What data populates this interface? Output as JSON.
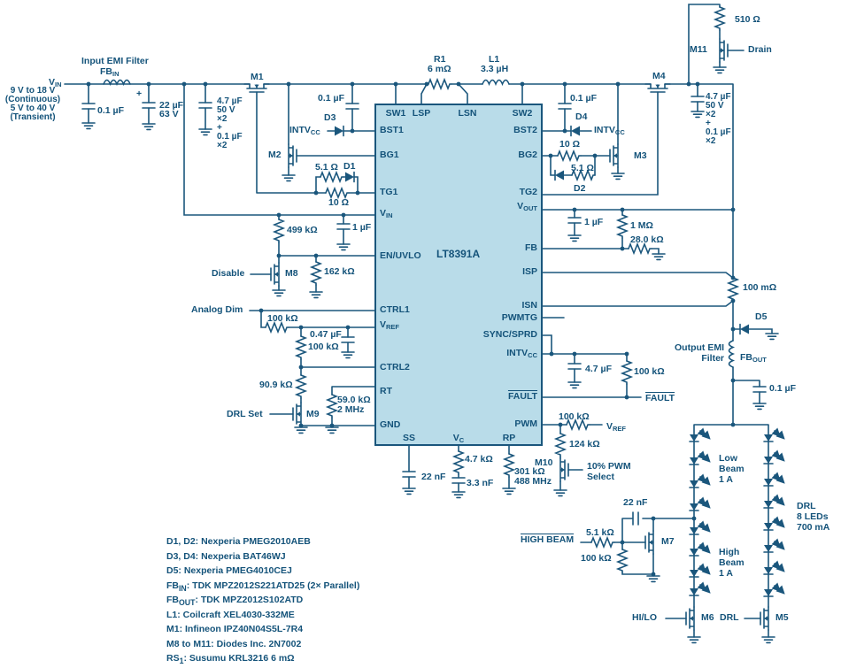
{
  "colors": {
    "line": "#1a567c",
    "text": "#14537a",
    "ic_fill": "#b9dce9"
  },
  "ic": {
    "name": "LT8391A",
    "pin_sw1": "SW1",
    "pin_lsp": "LSP",
    "pin_lsn": "LSN",
    "pin_sw2": "SW2",
    "pin_bst1": "BST1",
    "pin_bg1": "BG1",
    "pin_tg1": "TG1",
    "pin_vin": {
      "main": "V",
      "sub": "IN"
    },
    "pin_enuvlo": "EN/UVLO",
    "pin_ctrl1": "CTRL1",
    "pin_vref": {
      "main": "V",
      "sub": "REF"
    },
    "pin_ctrl2": "CTRL2",
    "pin_rt": "RT",
    "pin_gnd": "GND",
    "pin_bst2": "BST2",
    "pin_bg2": "BG2",
    "pin_tg2": "TG2",
    "pin_vout": {
      "main": "V",
      "sub": "OUT"
    },
    "pin_fb": "FB",
    "pin_isp": "ISP",
    "pin_isn": "ISN",
    "pin_pwmtg": "PWMTG",
    "pin_sync": "SYNC/SPRD",
    "pin_intvcc": {
      "main": "INTV",
      "sub": "CC"
    },
    "pin_fault": "FAULT",
    "pin_pwm": "PWM",
    "pin_ss": "SS",
    "pin_vc": {
      "main": "V",
      "sub": "C"
    },
    "pin_rp": "RP"
  },
  "labels": {
    "input_v": {
      "main": "V",
      "sub": "IN"
    },
    "input_r1": "9 V to 18 V",
    "input_r2": "(Continuous)",
    "input_r3": "5 V to 40 V",
    "input_r4": "(Transient)",
    "emi_in_title": "Input EMI Filter",
    "fb_in": {
      "main": "FB",
      "sub": "IN"
    },
    "cin_01": "0.1 µF",
    "plus22": "+",
    "c22": "22 µF",
    "c22v": "63 V",
    "bank1": "4.7 µF",
    "bank2": "50 V",
    "bank3": "×2",
    "bank4": "+",
    "bank5": "0.1 µF",
    "bank6": "×2",
    "m1": "M1",
    "m2": "M2",
    "m3": "M3",
    "m4": "M4",
    "m5": "M5",
    "m6": "M6",
    "m7": "M7",
    "m8": "M8",
    "m9": "M9",
    "m10": "M10",
    "m11": "M11",
    "c_bst1": "0.1 µF",
    "d3": "D3",
    "intvcc_l": {
      "main": "INTV",
      "sub": "CC"
    },
    "r51l": "5.1 Ω",
    "d1": "D1",
    "r10l": "10 Ω",
    "r1_n": "R1",
    "r1_v": "6 mΩ",
    "l1_n": "L1",
    "l1_v": "3.3 µH",
    "c_bst2": "0.1 µF",
    "d4": "D4",
    "intvcc_r": {
      "main": "INTV",
      "sub": "CC"
    },
    "r10r": "10 Ω",
    "r51r": "5.1 Ω",
    "d2": "D2",
    "r510": "510 Ω",
    "drain": "Drain",
    "r499": "499 kΩ",
    "c1u_l": "1 µF",
    "disable": "Disable",
    "r162": "162 kΩ",
    "adim": "Analog Dim",
    "r100a": "100 kΩ",
    "c047": "0.47 µF",
    "r100b": "100 kΩ",
    "r909": "90.9 kΩ",
    "drlset": "DRL Set",
    "r59": "59.0 kΩ",
    "f2m": "2 MHz",
    "c22n": "22 nF",
    "r47k": "4.7 kΩ",
    "c33n": "3.3 nF",
    "r301": "301 kΩ",
    "f488": "488 MHz",
    "c1u_r": "1 µF",
    "r1meg": "1 MΩ",
    "r28": "28.0 kΩ",
    "r100m": "100 mΩ",
    "d5": "D5",
    "oemi1": "Output EMI",
    "oemi2": "Filter",
    "fb_out": {
      "main": "FB",
      "sub": "OUT"
    },
    "c01o": "0.1 µF",
    "c47u": "4.7 µF",
    "r100f": "100 kΩ",
    "fault_ext": "FAULT",
    "r100p": "100 kΩ",
    "vref_ext": {
      "main": "V",
      "sub": "REF"
    },
    "r124": "124 kΩ",
    "psel1": "10% PWM",
    "psel2": "Select",
    "c22m7": "22 nF",
    "r51k": "5.1 kΩ",
    "hbeam": "HIGH BEAM",
    "r100m7": "100 kΩ",
    "low1": "Low",
    "low2": "Beam",
    "low3": "1 A",
    "high1": "High",
    "high2": "Beam",
    "high3": "1 A",
    "drl1": "DRL",
    "drl2": "8 LEDs",
    "drl3": "700 mA",
    "hilo": "HI/LO",
    "drlg": "DRL"
  },
  "bom": [
    {
      "pre": "D1, D2: Nexperia PMEG2010AEB",
      "sub": "",
      "post": ""
    },
    {
      "pre": "D3, D4: Nexperia BAT46WJ",
      "sub": "",
      "post": ""
    },
    {
      "pre": "D5: Nexperia PMEG4010CEJ",
      "sub": "",
      "post": ""
    },
    {
      "pre": "FB",
      "sub": "IN",
      "post": ": TDK MPZ2012S221ATD25 (2× Parallel)"
    },
    {
      "pre": "FB",
      "sub": "OUT",
      "post": ": TDK MPZ2012S102ATD"
    },
    {
      "pre": "L1: Coilcraft XEL4030-332ME",
      "sub": "",
      "post": ""
    },
    {
      "pre": "M1: Infineon IPZ40N04S5L-7R4",
      "sub": "",
      "post": ""
    },
    {
      "pre": "M8 to M11: Diodes Inc. 2N7002",
      "sub": "",
      "post": ""
    },
    {
      "pre": "RS",
      "sub": "1",
      "post": ": Susumu KRL3216 6 mΩ"
    }
  ]
}
